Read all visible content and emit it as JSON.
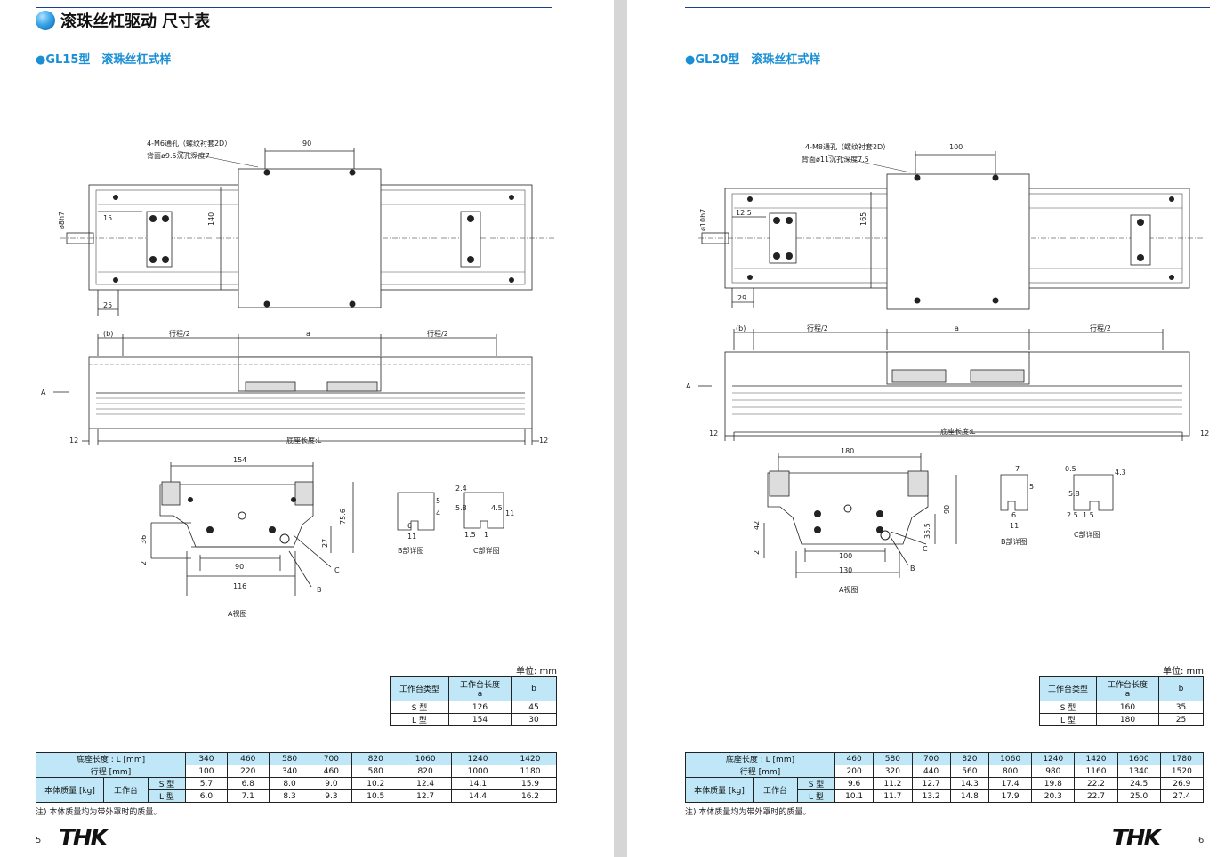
{
  "left": {
    "header": "滚珠丝杠驱动 尺寸表",
    "subtitle": "●GL15型　滚珠丝杠式样",
    "labels": {
      "hole_note1": "4-M6通孔（螺纹衬套2D）",
      "hole_note2": "背面ø9.5沉孔深度7",
      "d90": "90",
      "d140": "140",
      "d15": "15",
      "d25": "25",
      "shaft": "ø8h7",
      "b": "(b)",
      "stroke_half": "行程/2",
      "a": "a",
      "base_len": "底座长度:L",
      "d12": "12",
      "A": "A",
      "d154": "154",
      "d75": "75.6",
      "d36": "36",
      "d27": "27",
      "d2": "2",
      "d90b": "90",
      "d116": "116",
      "C": "C",
      "B": "B",
      "A_view": "A视图",
      "B_detail": "B部详图",
      "C_detail": "C部详图",
      "b1": "5",
      "b2": "4",
      "b3": "6",
      "b4": "11",
      "c1": "2.4",
      "c2": "5.8",
      "c3": "4.5",
      "c4": "11",
      "c5": "1.5",
      "c6": "1"
    },
    "unit": "单位: mm",
    "small_table": {
      "headers": [
        "工作台类型",
        "工作台长度\na",
        "b"
      ],
      "rows": [
        [
          "S 型",
          "126",
          "45"
        ],
        [
          "L 型",
          "154",
          "30"
        ]
      ]
    },
    "main_table": {
      "base_label": "底座长度 : L [mm]",
      "stroke_label": "行程 [mm]",
      "mass_label": "本体质量 [kg]",
      "table_label": "工作台",
      "s_label": "S 型",
      "l_label": "L 型",
      "base": [
        "340",
        "460",
        "580",
        "700",
        "820",
        "1060",
        "1240",
        "1420"
      ],
      "stroke": [
        "100",
        "220",
        "340",
        "460",
        "580",
        "820",
        "1000",
        "1180"
      ],
      "mass_s": [
        "5.7",
        "6.8",
        "8.0",
        "9.0",
        "10.2",
        "12.4",
        "14.1",
        "15.9"
      ],
      "mass_l": [
        "6.0",
        "7.1",
        "8.3",
        "9.3",
        "10.5",
        "12.7",
        "14.4",
        "16.2"
      ]
    },
    "note": "注) 本体质量均为带外罩时的质量。",
    "page_no": "5",
    "logo": "THK"
  },
  "right": {
    "subtitle": "●GL20型　滚珠丝杠式样",
    "labels": {
      "hole_note1": "4-M8通孔（螺纹衬套2D）",
      "hole_note2": "背面ø11沉孔深度7.5",
      "d100": "100",
      "d165": "165",
      "d12_5": "12.5",
      "d29": "29",
      "shaft": "ø10h7",
      "b": "(b)",
      "stroke_half": "行程/2",
      "a": "a",
      "base_len": "底座长度:L",
      "d12": "12",
      "A": "A",
      "d180": "180",
      "d90": "90",
      "d35_5": "35.5",
      "d42": "42",
      "d2": "2",
      "d100b": "100",
      "d130": "130",
      "C": "C",
      "B": "B",
      "A_view": "A视图",
      "B_detail": "B部详图",
      "C_detail": "C部详图",
      "b1": "7",
      "b2": "5",
      "b3": "6",
      "b4": "11",
      "c1": "0.5",
      "c2": "4.3",
      "c3": "5.8",
      "c4": "2.5",
      "c5": "1.5"
    },
    "unit": "单位: mm",
    "small_table": {
      "headers": [
        "工作台类型",
        "工作台长度\na",
        "b"
      ],
      "rows": [
        [
          "S 型",
          "160",
          "35"
        ],
        [
          "L 型",
          "180",
          "25"
        ]
      ]
    },
    "main_table": {
      "base_label": "底座长度 : L [mm]",
      "stroke_label": "行程 [mm]",
      "mass_label": "本体质量 [kg]",
      "table_label": "工作台",
      "s_label": "S 型",
      "l_label": "L 型",
      "base": [
        "460",
        "580",
        "700",
        "820",
        "1060",
        "1240",
        "1420",
        "1600",
        "1780"
      ],
      "stroke": [
        "200",
        "320",
        "440",
        "560",
        "800",
        "980",
        "1160",
        "1340",
        "1520"
      ],
      "mass_s": [
        "9.6",
        "11.2",
        "12.7",
        "14.3",
        "17.4",
        "19.8",
        "22.2",
        "24.5",
        "26.9"
      ],
      "mass_l": [
        "10.1",
        "11.7",
        "13.2",
        "14.8",
        "17.9",
        "20.3",
        "22.7",
        "25.0",
        "27.4"
      ]
    },
    "note": "注) 本体质量均为带外罩时的质量。",
    "page_no": "6",
    "logo": "THK"
  }
}
